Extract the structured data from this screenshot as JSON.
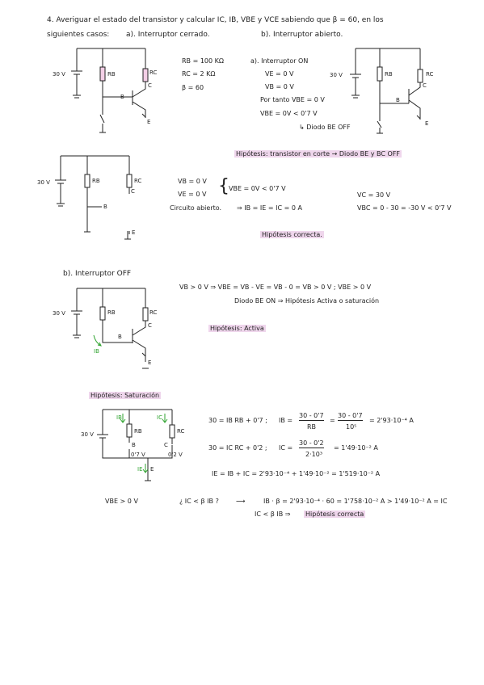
{
  "header": {
    "line1": "4. Averiguar el estado del transistor y calcular IC, IB, VBE y VCE sabiendo que β = 60, en los",
    "line2": "siguientes casos:",
    "case_a": "a). Interruptor cerrado.",
    "case_b": "b). Interruptor abierto."
  },
  "data": {
    "rb": "RB = 100 KΩ",
    "rc": "RC = 2 KΩ",
    "beta": "β = 60"
  },
  "part_a": {
    "title": "a). Interruptor ON",
    "ve": "VE = 0 V",
    "vb": "VB = 0 V",
    "portanto": "Por tanto VBE = 0 V",
    "vbe": "VBE = 0V < 0'7 V",
    "diodo": "↳ Diodo BE OFF",
    "hipotesis": "Hipótesis: transistor en corte → Diodo BE y BC OFF",
    "vb2": "VB = 0 V",
    "ve2": "VE = 0 V",
    "vbe2": "VBE = 0V < 0'7 V",
    "circuito": "Circuito abierto.",
    "currents": "⇒ IB = IE = IC = 0 A",
    "vc": "VC = 30 V",
    "vbc": "VBC = 0 - 30 = -30 V < 0'7 V",
    "correcta": "Hipótesis correcta."
  },
  "part_b": {
    "title": "b). Interruptor OFF",
    "eq1": "VB > 0 V  ⇒  VBE = VB - VE = VB - 0 = VB > 0 V ;  VBE > 0 V",
    "eq2": "Diodo BE ON  ⇒  Hipótesis Activa o saturación",
    "activa": "Hipótesis: Activa",
    "saturacion": "Hipótesis: Saturación",
    "s1": "30 = IB RB + 0'7 ;",
    "s1b": "IB =",
    "s1n": "30 - 0'7",
    "s1d": "RB",
    "s1n2": "30 - 0'7",
    "s1d2": "10⁵",
    "s1r": "= 2'93·10⁻⁴ A",
    "s2": "30 = IC RC + 0'2 ;",
    "s2b": "IC =",
    "s2n": "30 - 0'2",
    "s2d": "2·10³",
    "s2r": "= 1'49·10⁻² A",
    "s3": "IE = IB + IC = 2'93·10⁻⁴ + 1'49·10⁻² = 1'519·10⁻² A",
    "vbe": "VBE > 0 V",
    "q": "¿ IC < β IB ?",
    "arrow": "⟶",
    "calc": "IB · β = 2'93·10⁻⁴ · 60 = 1'758·10⁻² A > 1'49·10⁻² A = IC",
    "final": "IC < β IB ⇒",
    "final_hl": "Hipótesis correcta"
  },
  "labels": {
    "v30": "30 V",
    "rb": "RB",
    "rc": "RC",
    "b": "B",
    "c": "C",
    "e": "E",
    "ib": "IB",
    "ic": "IC",
    "ie": "IE",
    "v07": "0'7 V",
    "v02": "0'2 V"
  },
  "colors": {
    "highlight": "#efd6ec",
    "current_arrow": "#2fa32f"
  }
}
